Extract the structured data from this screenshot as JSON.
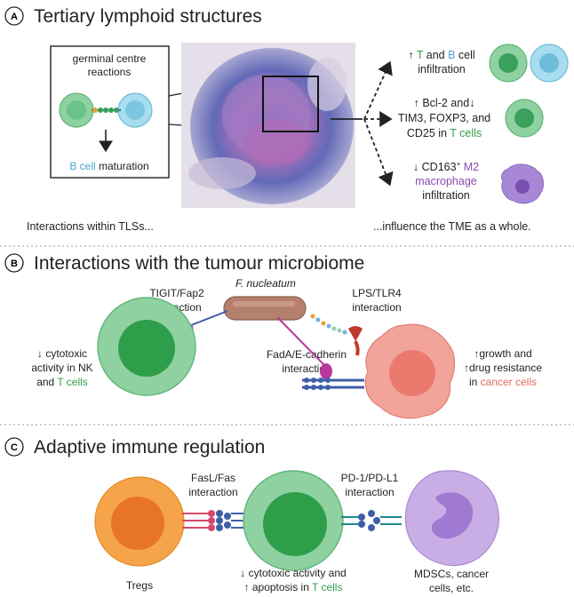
{
  "panel_a": {
    "letter": "A",
    "title": "Tertiary lymphoid structures",
    "box_title_1": "germinal centre",
    "box_title_2": "reactions",
    "b_cell": "B cell",
    "maturation": " maturation",
    "effect1": {
      "up": "↑ ",
      "t": "T",
      "and": " and ",
      "b": "B",
      "cell": " cell",
      "line2": "infiltration"
    },
    "effect2": {
      "line1": "↑ Bcl-2 and↓",
      "line2": "TIM3, FOXP3, and",
      "line3a": "CD25 in ",
      "line3b": "T cells"
    },
    "effect3": {
      "line1a": "↓ CD163",
      "sup": "+",
      "line1b": " M2",
      "line2": "macrophage",
      "line3": "infiltration"
    },
    "bottom_left": "Interactions within TLSs...",
    "bottom_right": "...influence the TME as a whole."
  },
  "panel_b": {
    "letter": "B",
    "title": "Interactions with the tumour microbiome",
    "bacterium": "F. nucleatum",
    "tigit_1": "TIGIT/Fap2",
    "tigit_2": "interaction",
    "lps_1": "LPS/TLR4",
    "lps_2": "interaction",
    "fada_1": "FadA/E-cadherin",
    "fada_2": "interaction",
    "left_1": "↓ cytotoxic",
    "left_2": "activity in NK",
    "left_3a": "and ",
    "left_3b": "T cells",
    "right_1": "↑growth and",
    "right_2": "↑drug resistance",
    "right_3a": "in ",
    "right_3b": "cancer cells"
  },
  "panel_c": {
    "letter": "C",
    "title": "Adaptive immune regulation",
    "fasl_1": "FasL/Fas",
    "fasl_2": "interaction",
    "pd1_1": "PD-1/PD-L1",
    "pd1_2": "interaction",
    "tregs": "Tregs",
    "mid_1": "↓ cytotoxic activity and",
    "mid_2a": "↑ apoptosis in ",
    "mid_2b": "T cells",
    "right_1": "MDSCs, cancer",
    "right_2": "cells, etc."
  },
  "colors": {
    "t_cell": "#6cc38a",
    "b_cell": "#8fd0e6",
    "macrophage": "#a887d6",
    "cancer": "#f2a39a",
    "treg": "#f6a44a",
    "mdsc": "#c9aee6"
  }
}
